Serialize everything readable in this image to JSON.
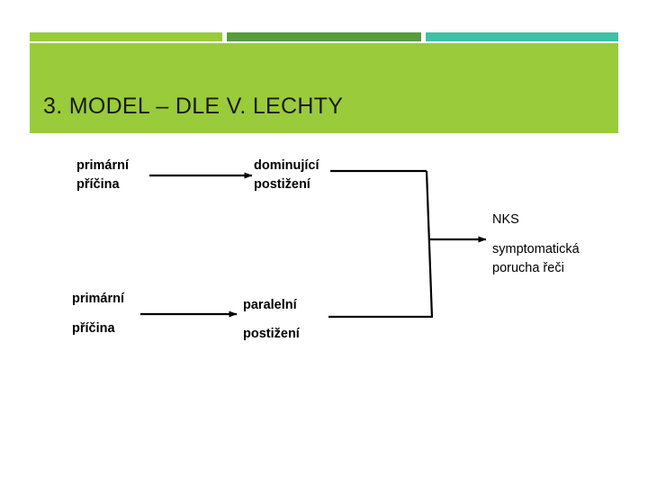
{
  "slide": {
    "title": "3. MODEL – DLE V. LECHTY",
    "background_color": "#ffffff",
    "accent_colors": {
      "light_green": "#9acb3b",
      "dark_green": "#569c3c",
      "teal": "#40c1a6"
    }
  },
  "diagram": {
    "type": "flow",
    "nodes": {
      "primary_cause_top": "primární\npříčina",
      "dominant_impairment": "dominující\npostižení",
      "primary_cause_bottom_line1": "primární",
      "primary_cause_bottom_line2": "příčina",
      "parallel_impairment_line1": "paralelní",
      "parallel_impairment_line2": "postižení",
      "nks": "NKS",
      "symptomatic_disorder": "symptomatická\nporucha řeči"
    }
  }
}
